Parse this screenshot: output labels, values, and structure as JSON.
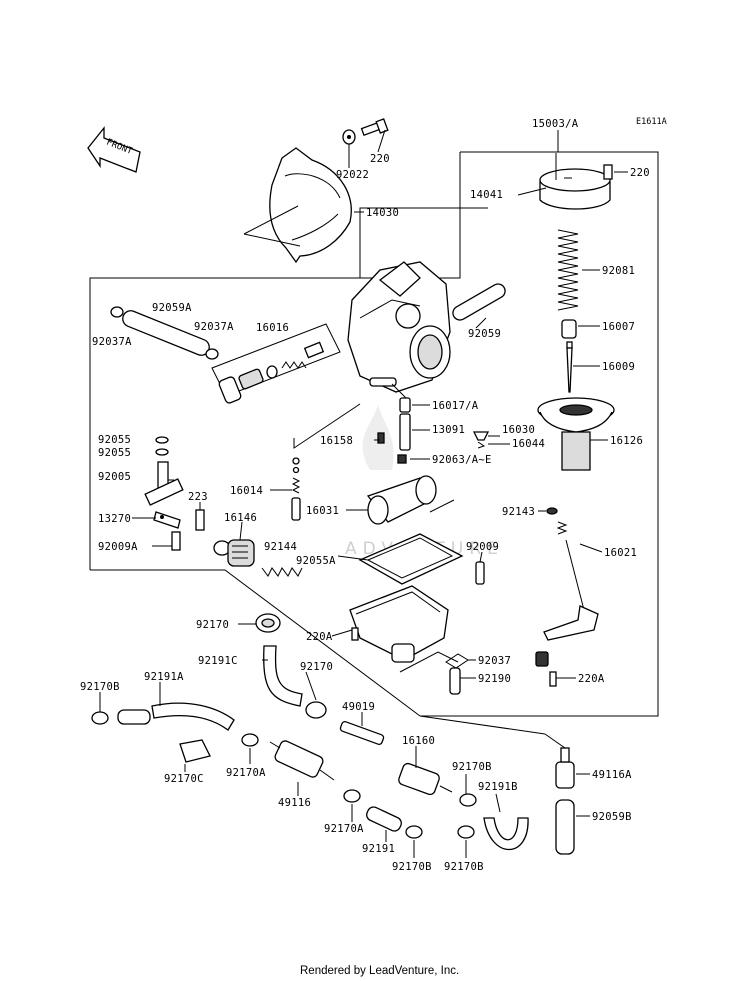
{
  "diagram_code": "E1611A",
  "front_arrow_label": "FRONT",
  "watermark": "ADVENTURE",
  "footer": "Rendered by LeadVenture, Inc.",
  "labels": {
    "p15003A": "15003/A",
    "p220_top": "220",
    "p92022": "92022",
    "p14030": "14030",
    "p220_cap": "220",
    "p14041": "14041",
    "p92081": "92081",
    "p16007": "16007",
    "p16009": "16009",
    "p16126": "16126",
    "p92059A": "92059A",
    "p92037A_left": "92037A",
    "p92037A": "92037A",
    "p16016": "16016",
    "p92059": "92059",
    "p16017A": "16017/A",
    "p13091": "13091",
    "p16158": "16158",
    "p16030": "16030",
    "p16044": "16044",
    "p92063AE": "92063/A~E",
    "p92055_1": "92055",
    "p92055_2": "92055",
    "p92005": "92005",
    "p16014": "16014",
    "p223": "223",
    "p16031": "16031",
    "p13270": "13270",
    "p16146": "16146",
    "p92143": "92143",
    "p92009A": "92009A",
    "p92144": "92144",
    "p92055A": "92055A",
    "p92009": "92009",
    "p16021": "16021",
    "p92170": "92170",
    "p220A_body": "220A",
    "p92191C": "92191C",
    "p92170_2": "92170",
    "p92037": "92037",
    "p92190": "92190",
    "p220A_link": "220A",
    "p92170B_left": "92170B",
    "p92191A": "92191A",
    "p49019": "49019",
    "p16160": "16160",
    "p92170B_mid": "92170B",
    "p92191B": "92191B",
    "p49116A": "49116A",
    "p92170C": "92170C",
    "p92170A_1": "92170A",
    "p49116": "49116",
    "p92170A_2": "92170A",
    "p92059B": "92059B",
    "p92191": "92191",
    "p92170B_b1": "92170B",
    "p92170B_b2": "92170B"
  }
}
